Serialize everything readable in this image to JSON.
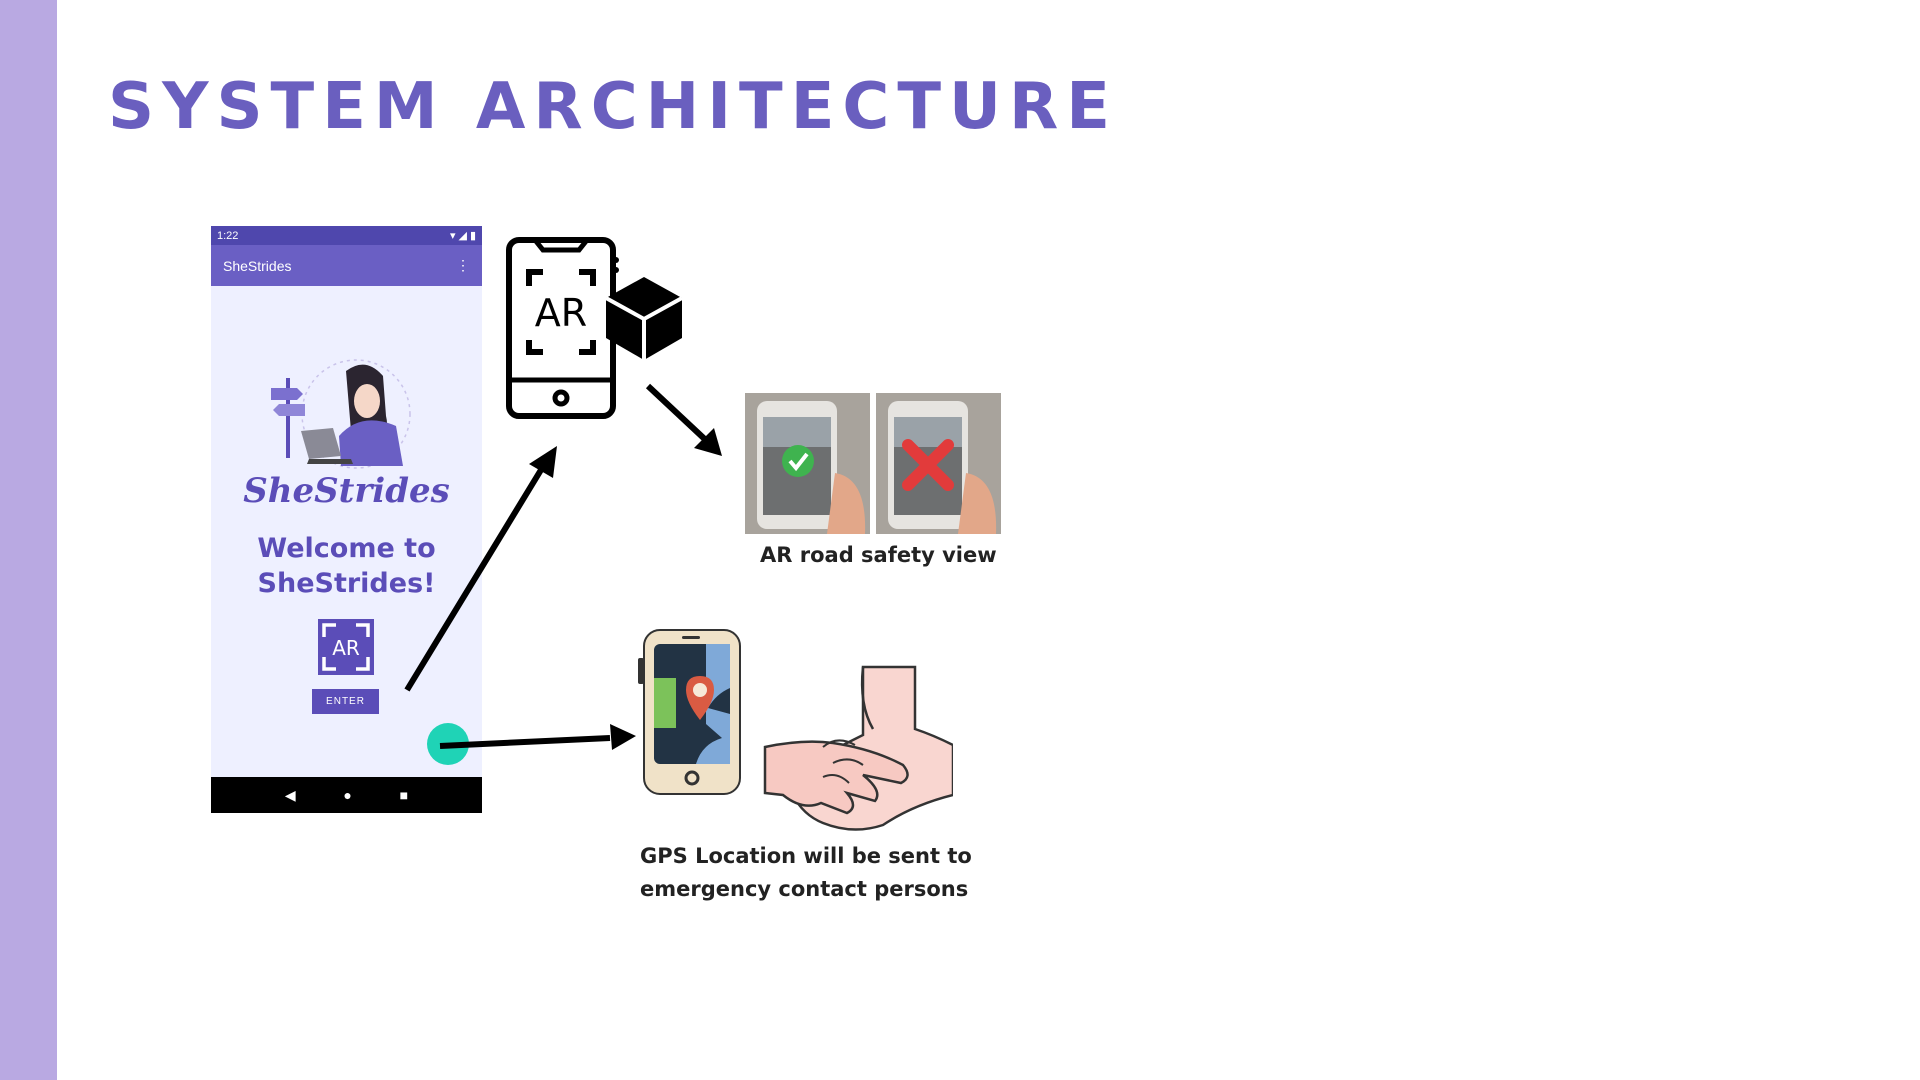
{
  "slide": {
    "title": "SYSTEM ARCHITECTURE"
  },
  "phone": {
    "status_time": "1:22",
    "app_title": "SheStrides",
    "brand_name": "SheStrides",
    "welcome_line1": "Welcome to",
    "welcome_line2": "SheStrides!",
    "ar_tile_text": "AR",
    "enter_label": "ENTER",
    "nav": {
      "back": "◀",
      "home": "●",
      "recents": "■"
    }
  },
  "ar_phone_icon": {
    "text": "AR"
  },
  "captions": {
    "ar_view": "AR road  safety view",
    "gps_line1": "GPS Location will be sent to",
    "gps_line2": "emergency contact persons"
  },
  "colors": {
    "accent": "#6a5fbf",
    "left_bar": "#b9a9e2",
    "fab": "#1fd3b6",
    "safe": "#3fb34f",
    "unsafe": "#e23b3b"
  }
}
